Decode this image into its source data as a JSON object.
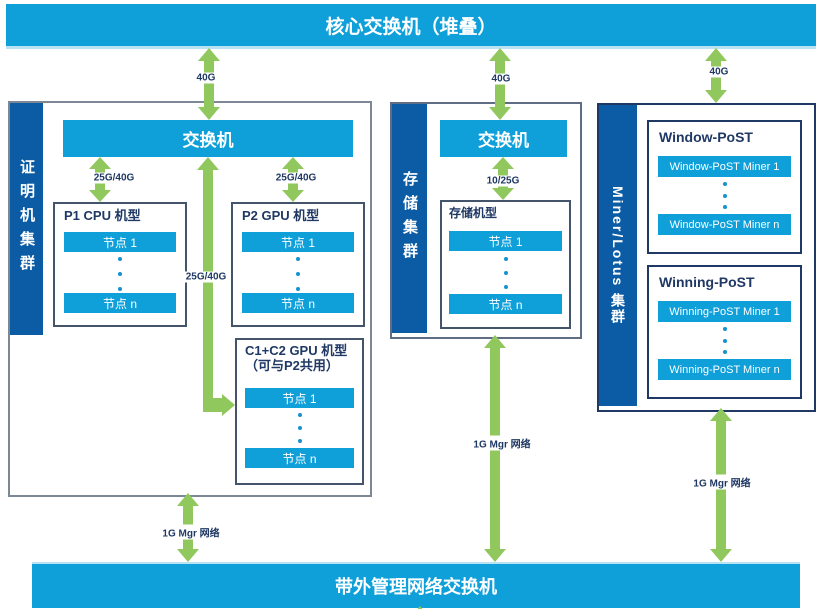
{
  "colors": {
    "blue": "#0fa0da",
    "dark_blue": "#0b5ca4",
    "green": "#91c85e",
    "navy": "#1f3864"
  },
  "top_bar": {
    "label": "核心交换机（堆叠）"
  },
  "bottom_bar": {
    "label": "带外管理网络交换机"
  },
  "clusters": {
    "proving": {
      "side_label": "证明机集群",
      "switch_label": "交换机",
      "p1": {
        "title": "P1 CPU 机型",
        "node_first": "节点 1",
        "node_last": "节点 n"
      },
      "p2": {
        "title": "P2 GPU 机型",
        "node_first": "节点 1",
        "node_last": "节点 n"
      },
      "c1c2": {
        "title_line1": "C1+C2 GPU 机型",
        "title_line2": "（可与P2共用）",
        "node_first": "节点 1",
        "node_last": "节点 n"
      }
    },
    "storage": {
      "side_label": "存储集群",
      "switch_label": "交换机",
      "box": {
        "title": "存储机型",
        "node_first": "节点 1",
        "node_last": "节点 n"
      }
    },
    "miner": {
      "side_label": "Miner/Lotus 集群",
      "window": {
        "title": "Window-PoST",
        "node_first": "Window-PoST Miner 1",
        "node_last": "Window-PoST Miner n"
      },
      "winning": {
        "title": "Winning-PoST",
        "node_first": "Winning-PoST Miner 1",
        "node_last": "Winning-PoST Miner n"
      }
    }
  },
  "links": {
    "core_to_proving": "40G",
    "core_to_storage": "40G",
    "core_to_miner": "40G",
    "switch_to_p1": "25G/40G",
    "switch_to_p2": "25G/40G",
    "switch_to_c1c2": "25G/40G",
    "switch_to_storage": "10/25G",
    "mgmt_to_proving": "1G Mgr 网络",
    "mgmt_to_storage": "1G Mgr 网络",
    "mgmt_to_miner": "1G Mgr 网络"
  }
}
